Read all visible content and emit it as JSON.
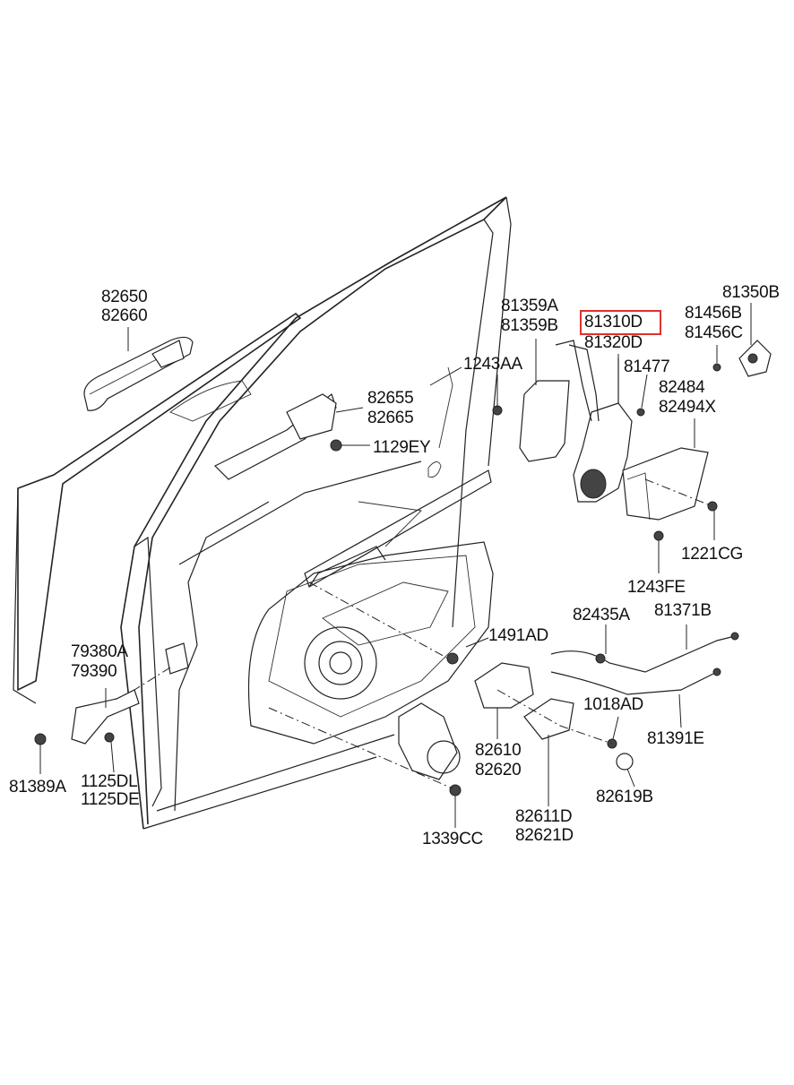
{
  "diagram": {
    "highlighted_part": "81310D",
    "highlight_color": "#e0312c",
    "line_color": "#222222",
    "background": "#ffffff"
  },
  "labels": {
    "l82650": "82650",
    "l82660": "82660",
    "l82655": "82655",
    "l82665": "82665",
    "l1129EY": "1129EY",
    "l81359A": "81359A",
    "l81359B": "81359B",
    "l1243AA": "1243AA",
    "l81310D": "81310D",
    "l81320D": "81320D",
    "l81456B": "81456B",
    "l81456C": "81456C",
    "l81350B": "81350B",
    "l81477": "81477",
    "l82484": "82484",
    "l82494X": "82494X",
    "l1221CG": "1221CG",
    "l1243FE": "1243FE",
    "l82435A": "82435A",
    "l81371B": "81371B",
    "l1491AD": "1491AD",
    "l79380A": "79380A",
    "l79390": "79390",
    "l1018AD": "1018AD",
    "l81391E": "81391E",
    "l82610": "82610",
    "l82620": "82620",
    "l82619B": "82619B",
    "l81389A": "81389A",
    "l1125DL": "1125DL",
    "l1125DE": "1125DE",
    "l82611D": "82611D",
    "l82621D": "82621D",
    "l1339CC": "1339CC"
  }
}
